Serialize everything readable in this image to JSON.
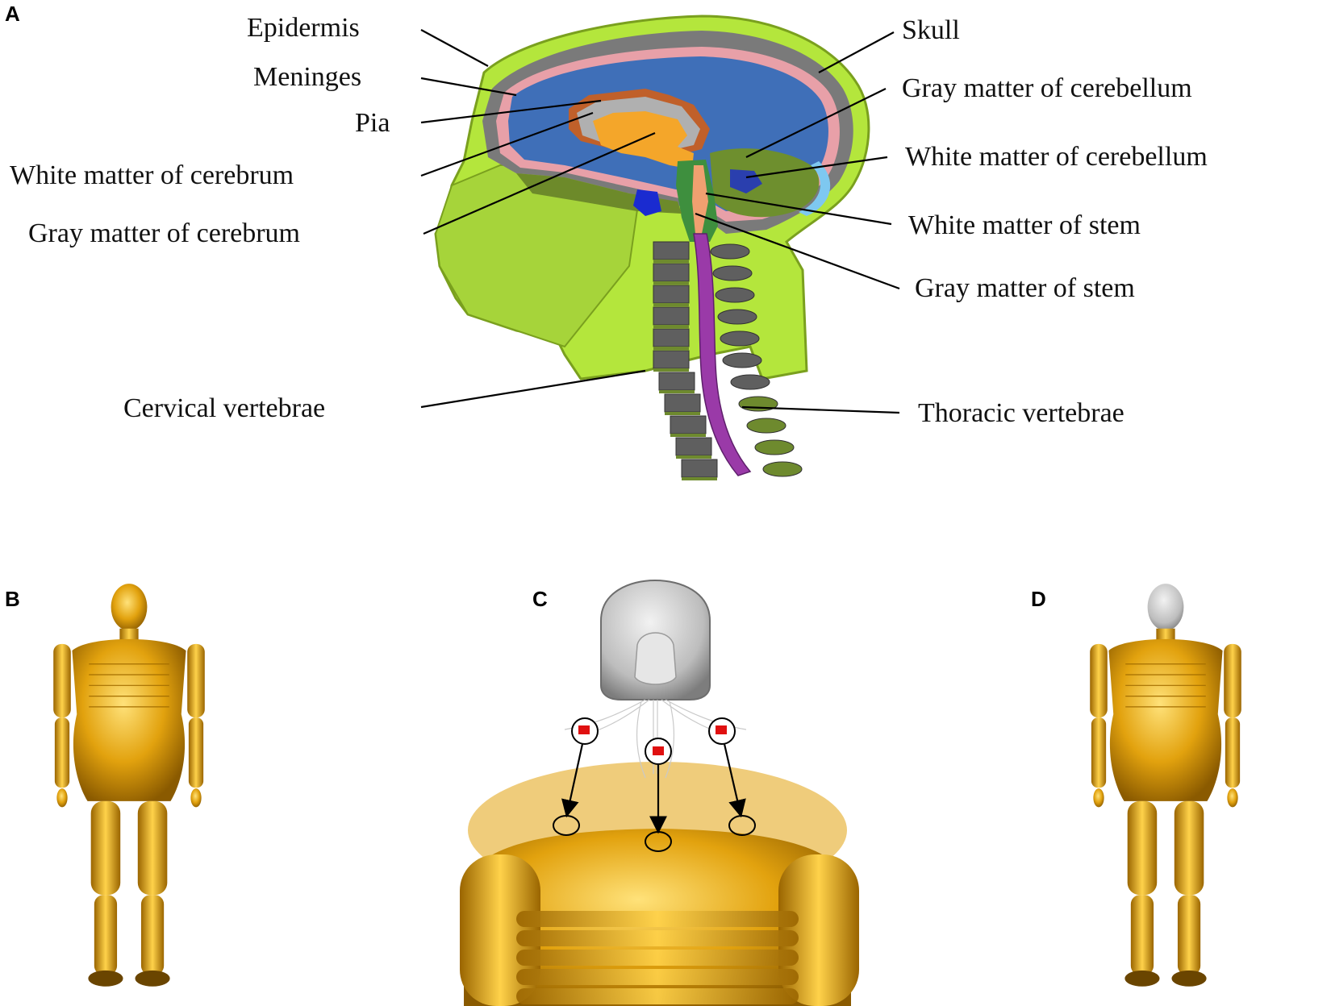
{
  "panels": {
    "a": "A",
    "b": "B",
    "c": "C",
    "d": "D"
  },
  "labels": {
    "epidermis": "Epidermis",
    "meninges": "Meninges",
    "pia": "Pia",
    "white_matter_cerebrum": "White matter of cerebrum",
    "gray_matter_cerebrum": "Gray matter of cerebrum",
    "cervical_vertebrae": "Cervical vertebrae",
    "skull": "Skull",
    "gray_matter_cerebellum": "Gray matter of cerebellum",
    "white_matter_cerebellum": "White matter of cerebellum",
    "white_matter_stem": "White matter of stem",
    "gray_matter_stem": "Gray matter of stem",
    "thoracic_vertebrae": "Thoracic vertebrae"
  },
  "colors": {
    "skin": "#b4e63c",
    "skull": "#7a7a7a",
    "meninges": "#e8a0a8",
    "brain_csf": "#3f6fb8",
    "white_matter_cerebrum": "#f4a62a",
    "gray_matter_cerebrum": "#b0b0b0",
    "pia": "#c0602a",
    "cerebellum": "#6e8f2e",
    "cerebellum_white": "#2a3fae",
    "stem": "#3e8f3e",
    "spinal_cord": "#9a3aa8",
    "vertebra": "#5f5f5f",
    "disc": "#6e8a2e",
    "dummy_gold": "#e2a20e",
    "dummy_head_gray": "#cfcfcf",
    "marker_red": "#e01010"
  }
}
